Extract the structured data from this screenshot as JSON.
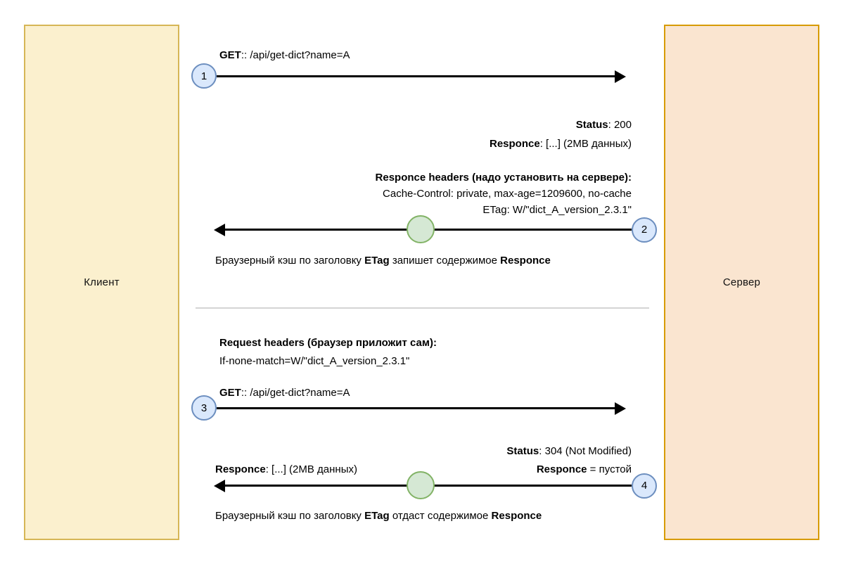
{
  "diagram": {
    "title": "HTTP ETag caching sequence",
    "colors": {
      "client_fill": "#fbf0ce",
      "client_stroke": "#d6b656",
      "server_fill": "#fae5d0",
      "server_stroke": "#d79b00",
      "step_circle_fill": "#dae8fc",
      "step_circle_stroke": "#6c8ebf",
      "cache_circle_fill": "#d5e8d4",
      "cache_circle_stroke": "#82b366",
      "arrow": "#000000",
      "divider": "#d4d4d4"
    }
  },
  "lifelines": {
    "client": "Клиент",
    "server": "Сервер"
  },
  "steps": {
    "one": "1",
    "two": "2",
    "three": "3",
    "four": "4"
  },
  "messages": {
    "req1": {
      "method": "GET",
      "separator": ":: ",
      "url": "/api/get-dict?name=A"
    },
    "resp1": {
      "status_label": "Status",
      "status_value": ": 200",
      "body_label": "Responce",
      "body_value": ": [...] (2MB данных)",
      "headers_title": "Responce headers (надо установить на сервере):",
      "header_cache_control": "Cache-Control: private, max-age=1209600, no-cache",
      "header_etag": "ETag: W/\"dict_A_version_2.3.1\"",
      "note_pre": "Браузерный кэш по заголовку ",
      "note_bold1": "ETag",
      "note_mid": " запишет содержимое ",
      "note_bold2": "Responce"
    },
    "req2": {
      "headers_title": "Request headers (браузер приложит сам):",
      "header_if_none_match": "If-none-match=W/\"dict_A_version_2.3.1\"",
      "method": "GET",
      "separator": ":: ",
      "url": "/api/get-dict?name=A"
    },
    "resp2": {
      "status_label": "Status",
      "status_value": ": 304 (Not Modified)",
      "empty_label": "Responce",
      "empty_value": " = пустой",
      "cached_label": "Responce",
      "cached_value": ": [...] (2MB данных)",
      "note_pre": "Браузерный кэш по заголовку ",
      "note_bold1": "ETag",
      "note_mid": " отдаст содержимое ",
      "note_bold2": "Responce"
    }
  }
}
